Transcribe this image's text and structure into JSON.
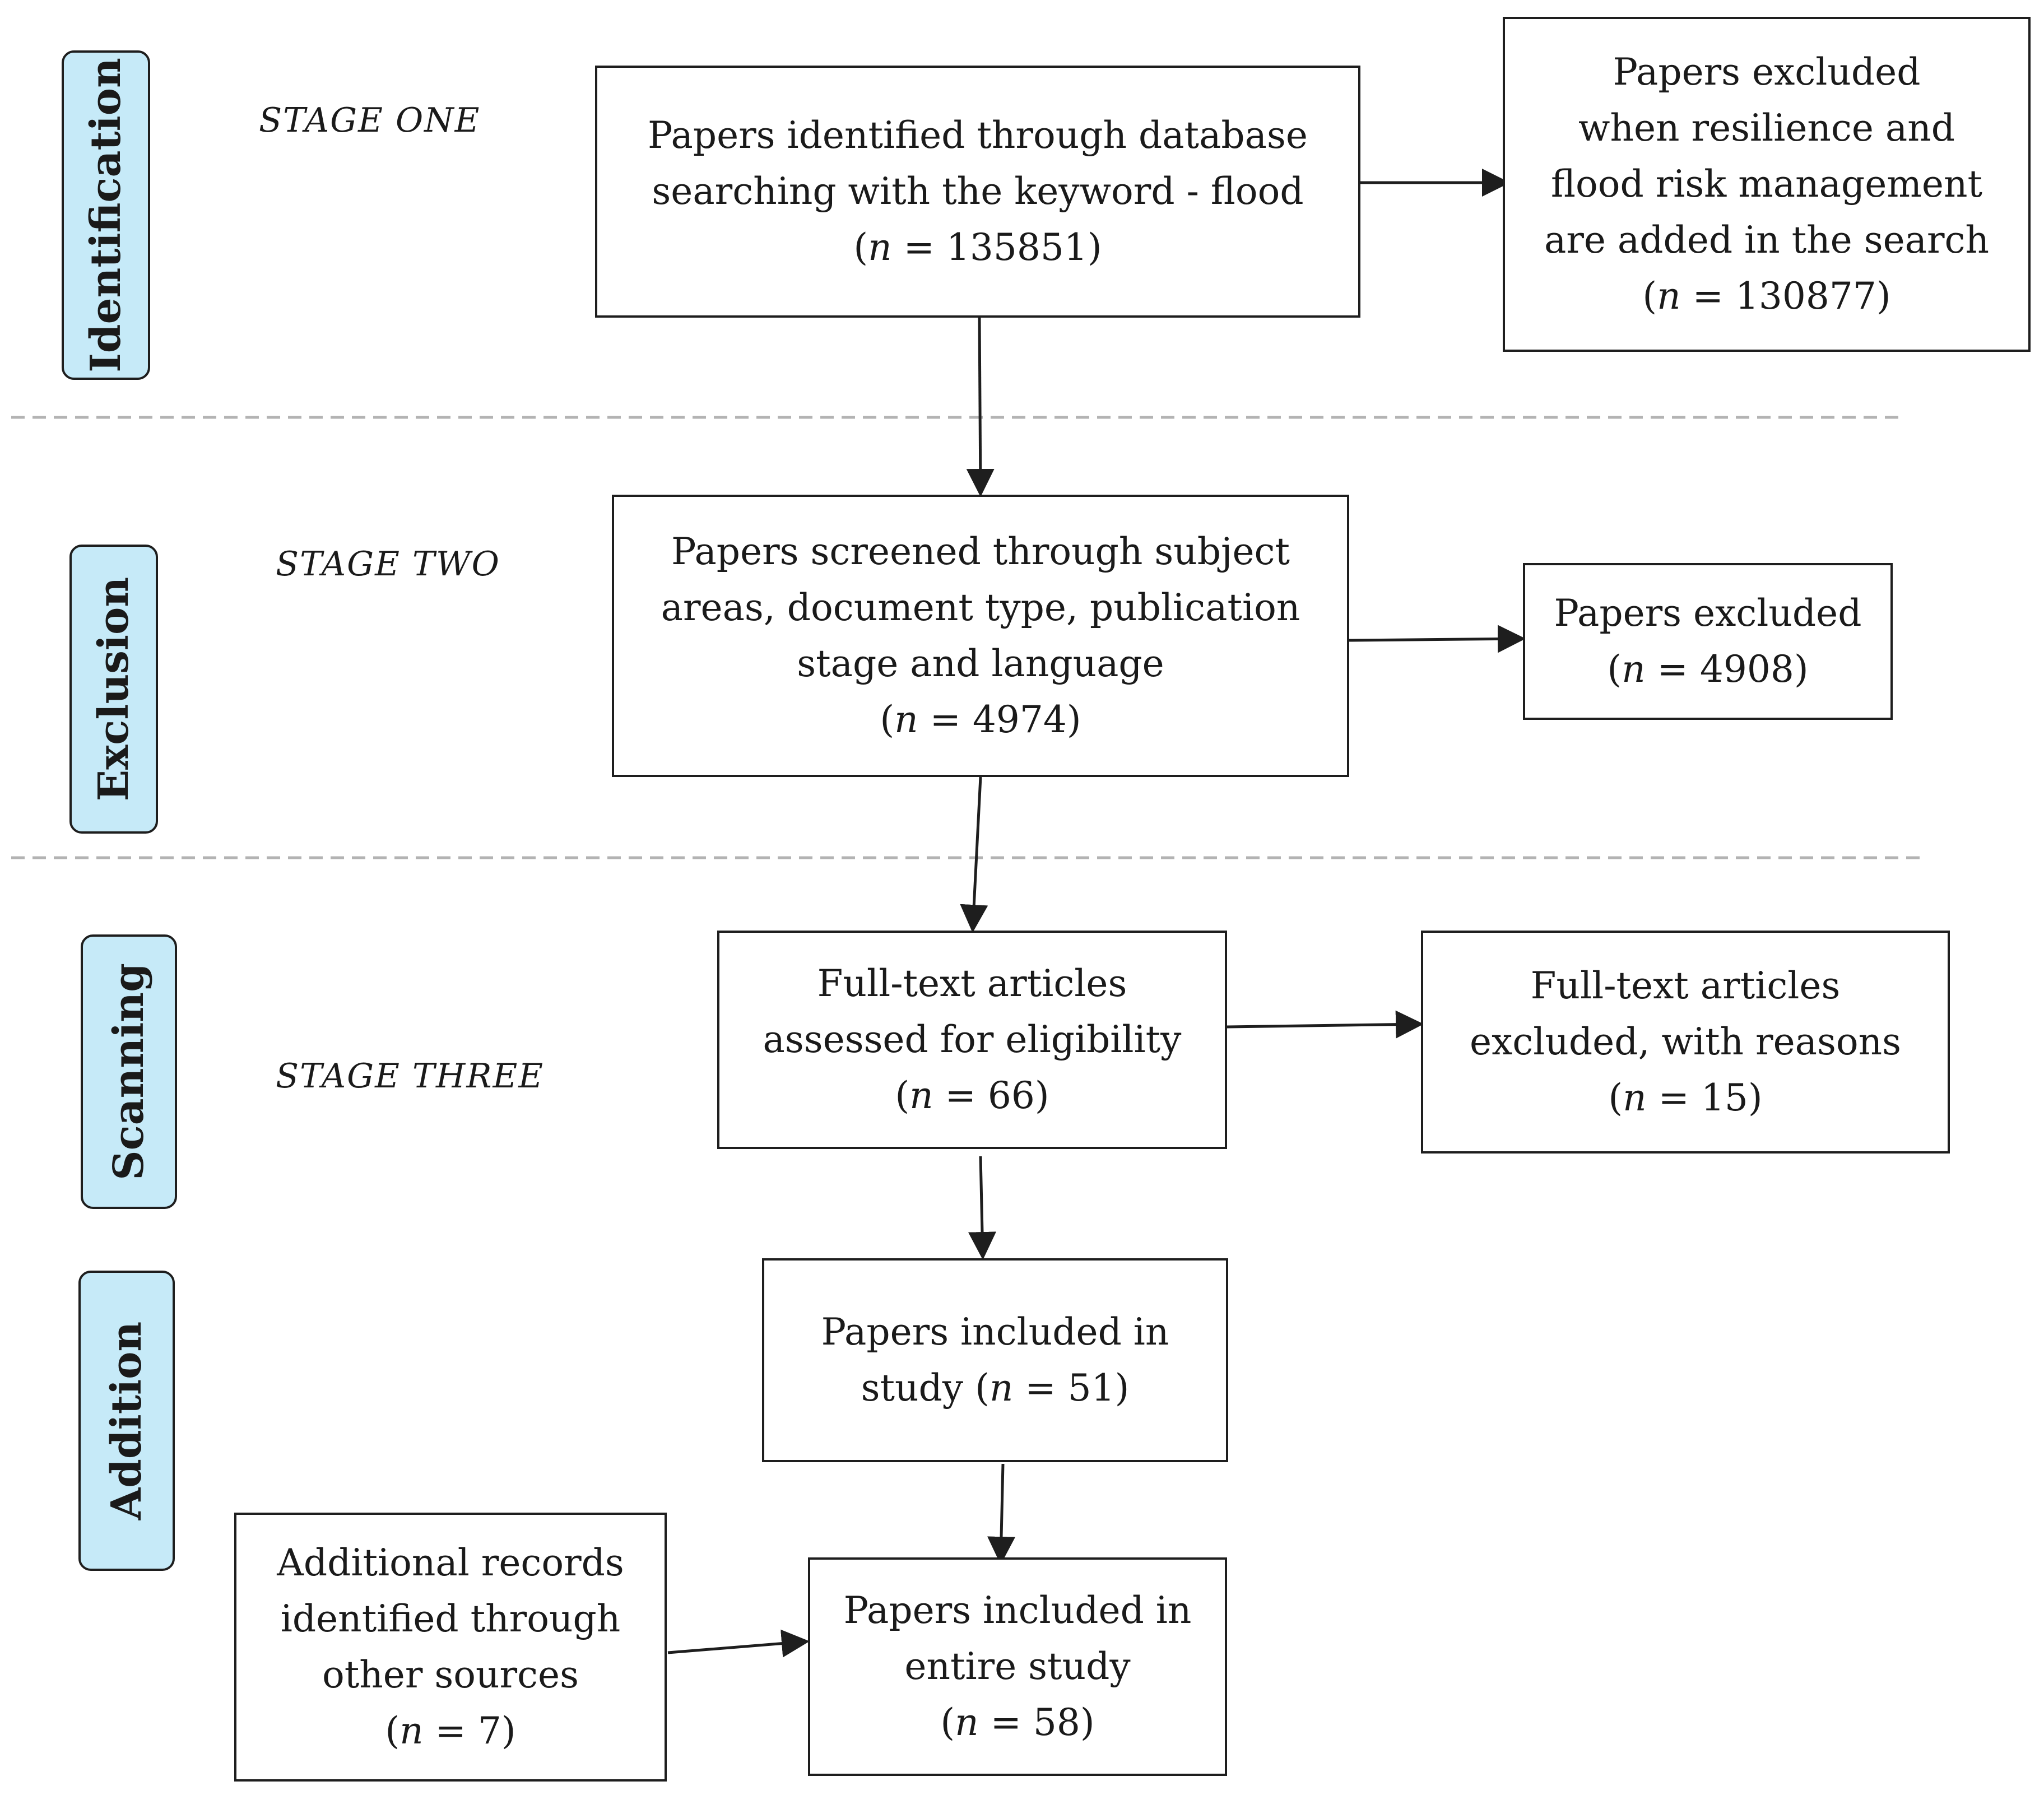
{
  "stages": [
    {
      "tab": "Identification",
      "label": "STAGE ONE"
    },
    {
      "tab": "Exclusion",
      "label": "STAGE TWO"
    },
    {
      "tab": "Scanning",
      "label": "STAGE THREE"
    },
    {
      "tab": "Addition",
      "label": ""
    }
  ],
  "n_symbol": "n",
  "boxes": {
    "identified": {
      "lines": [
        "Papers identified through database",
        "searching with the keyword - flood"
      ],
      "count": " = 135851)"
    },
    "excluded_1": {
      "lines": [
        "Papers excluded",
        "when resilience and",
        "flood risk management",
        "are added in the search"
      ],
      "count": " = 130877)"
    },
    "screened": {
      "lines": [
        "Papers screened through subject",
        "areas, document type, publication",
        "stage and language"
      ],
      "count": " = 4974)"
    },
    "excluded_2": {
      "lines": [
        "Papers excluded"
      ],
      "count": " = 4908)"
    },
    "fulltext": {
      "lines": [
        "Full-text articles",
        "assessed for eligibility"
      ],
      "count": " = 66)"
    },
    "fulltext_excluded": {
      "lines": [
        "Full-text articles",
        "excluded, with reasons"
      ],
      "count": " = 15)"
    },
    "included": {
      "lines": [
        "Papers included in"
      ],
      "inline_prefix": "study (",
      "count": " = 51)"
    },
    "additional": {
      "lines": [
        "Additional records",
        "identified through",
        "other sources"
      ],
      "count": " = 7)"
    },
    "entire": {
      "lines": [
        "Papers included in",
        "entire study"
      ],
      "count": " = 58)"
    }
  }
}
